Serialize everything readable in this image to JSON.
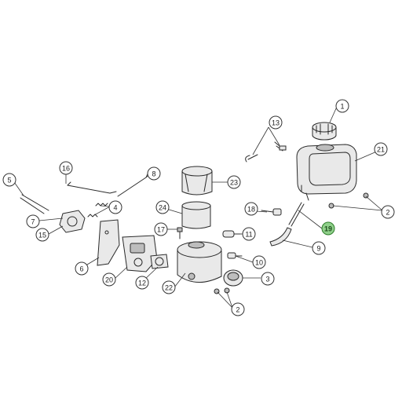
{
  "highlight_color": "#8fd08a",
  "callouts": [
    {
      "id": "c1",
      "label": "1",
      "highlight": false
    },
    {
      "id": "c2a",
      "label": "2",
      "highlight": false
    },
    {
      "id": "c2b",
      "label": "2",
      "highlight": false
    },
    {
      "id": "c3",
      "label": "3",
      "highlight": false
    },
    {
      "id": "c4",
      "label": "4",
      "highlight": false
    },
    {
      "id": "c5",
      "label": "5",
      "highlight": false
    },
    {
      "id": "c6",
      "label": "6",
      "highlight": false
    },
    {
      "id": "c7",
      "label": "7",
      "highlight": false
    },
    {
      "id": "c8",
      "label": "8",
      "highlight": false
    },
    {
      "id": "c9",
      "label": "9",
      "highlight": false
    },
    {
      "id": "c10",
      "label": "10",
      "highlight": false
    },
    {
      "id": "c11",
      "label": "11",
      "highlight": false
    },
    {
      "id": "c12",
      "label": "12",
      "highlight": false
    },
    {
      "id": "c13",
      "label": "13",
      "highlight": false
    },
    {
      "id": "c15",
      "label": "15",
      "highlight": false
    },
    {
      "id": "c16",
      "label": "16",
      "highlight": false
    },
    {
      "id": "c17",
      "label": "17",
      "highlight": false
    },
    {
      "id": "c18",
      "label": "18",
      "highlight": false
    },
    {
      "id": "c19",
      "label": "19",
      "highlight": true
    },
    {
      "id": "c20",
      "label": "20",
      "highlight": false
    },
    {
      "id": "c21",
      "label": "21",
      "highlight": false
    },
    {
      "id": "c22",
      "label": "22",
      "highlight": false
    },
    {
      "id": "c23",
      "label": "23",
      "highlight": false
    },
    {
      "id": "c24",
      "label": "24",
      "highlight": false
    }
  ]
}
